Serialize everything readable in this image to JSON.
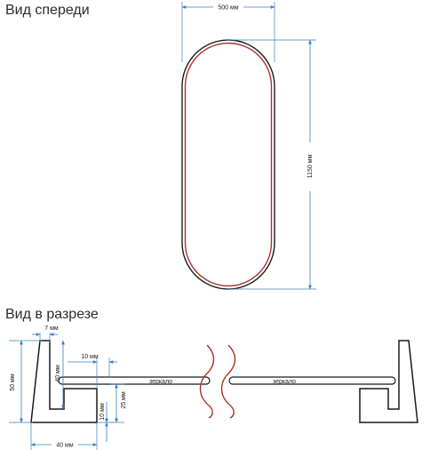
{
  "front_view": {
    "title": "Вид спереди",
    "width_label": "500 мм",
    "height_label": "1150 мм"
  },
  "section_view": {
    "title": "Вид в разрезе",
    "dims": {
      "lip_width": "7 мм",
      "frame_height": "50 мм",
      "inner_height": "40 мм",
      "overlap": "10 мм",
      "recess_depth": "25 мм",
      "base_thickness": "10 мм",
      "frame_width": "40 мм"
    },
    "mirror_label_left": "зеркало",
    "mirror_label_right": "зеркало"
  },
  "colors": {
    "outline": "#1a1a1a",
    "frame_red": "#b0302a",
    "dimension_blue": "#3a7fc4",
    "break_red": "#a8332b"
  }
}
